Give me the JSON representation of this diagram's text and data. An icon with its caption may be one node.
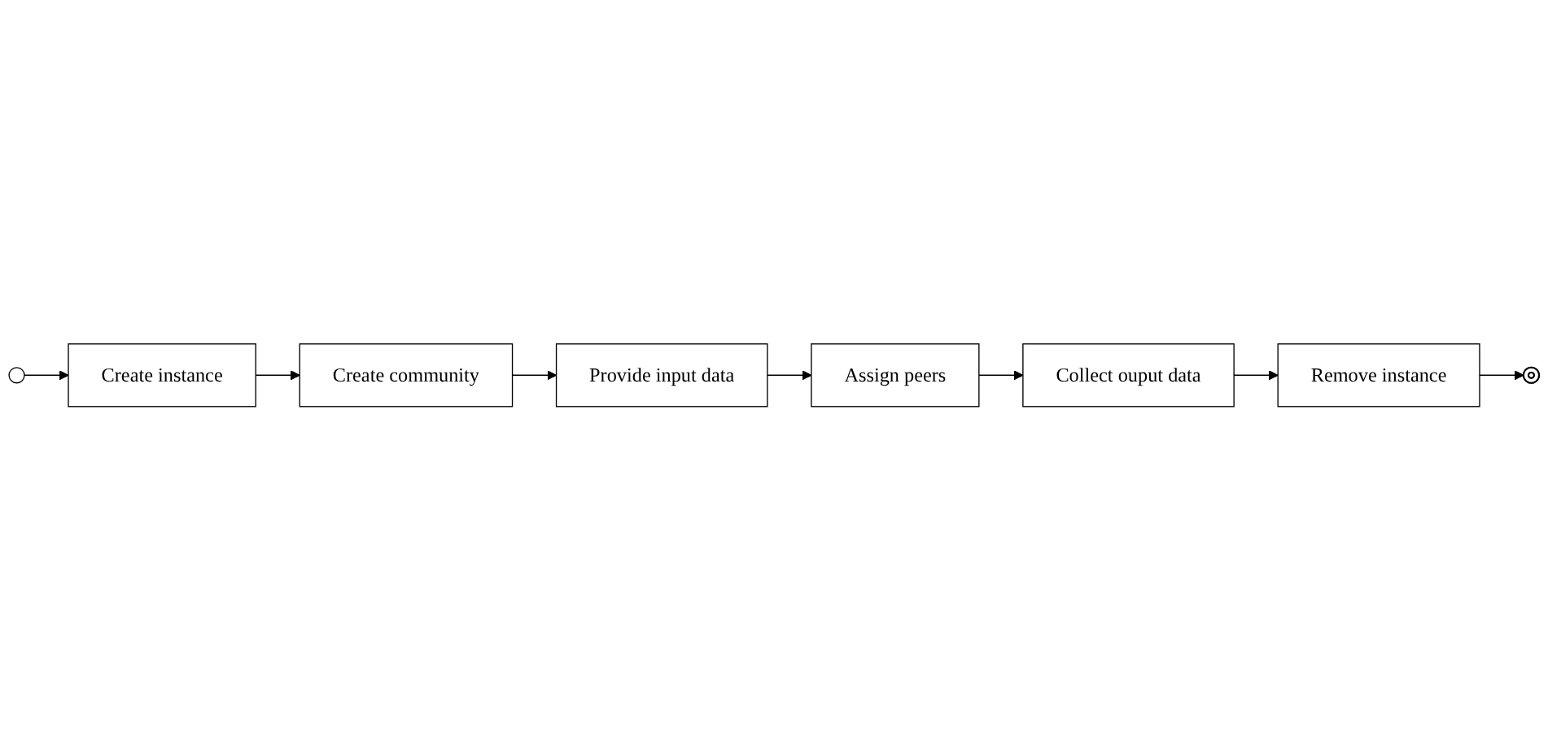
{
  "diagram": {
    "nodes": [
      {
        "text": [],
        "shape": "circle"
      },
      {
        "text": [
          "Create instance"
        ]
      },
      {
        "text": [
          "Create community"
        ]
      },
      {
        "text": [
          "Provide input data"
        ]
      },
      {
        "text": [
          "Remove instance"
        ]
      },
      {
        "text": [
          "Collect ouput data"
        ]
      },
      {
        "text": [
          "Assign peers"
        ]
      },
      {
        "text": [],
        "shape": "circle"
      }
    ],
    "edges": [
      {
        "from": 0,
        "to": 1,
        "arrow": "to"
      },
      {
        "from": 1,
        "to": 2,
        "arrow": "to"
      },
      {
        "from": 2,
        "to": 3,
        "arrow": "to"
      },
      {
        "from": 3,
        "to": 6,
        "arrow": "to"
      },
      {
        "from": 6,
        "to": 5,
        "arrow": "to"
      },
      {
        "from": 5,
        "to": 4,
        "arrow": "to"
      },
      {
        "from": 4,
        "to": 7,
        "arrow": "to"
      }
    ]
  }
}
